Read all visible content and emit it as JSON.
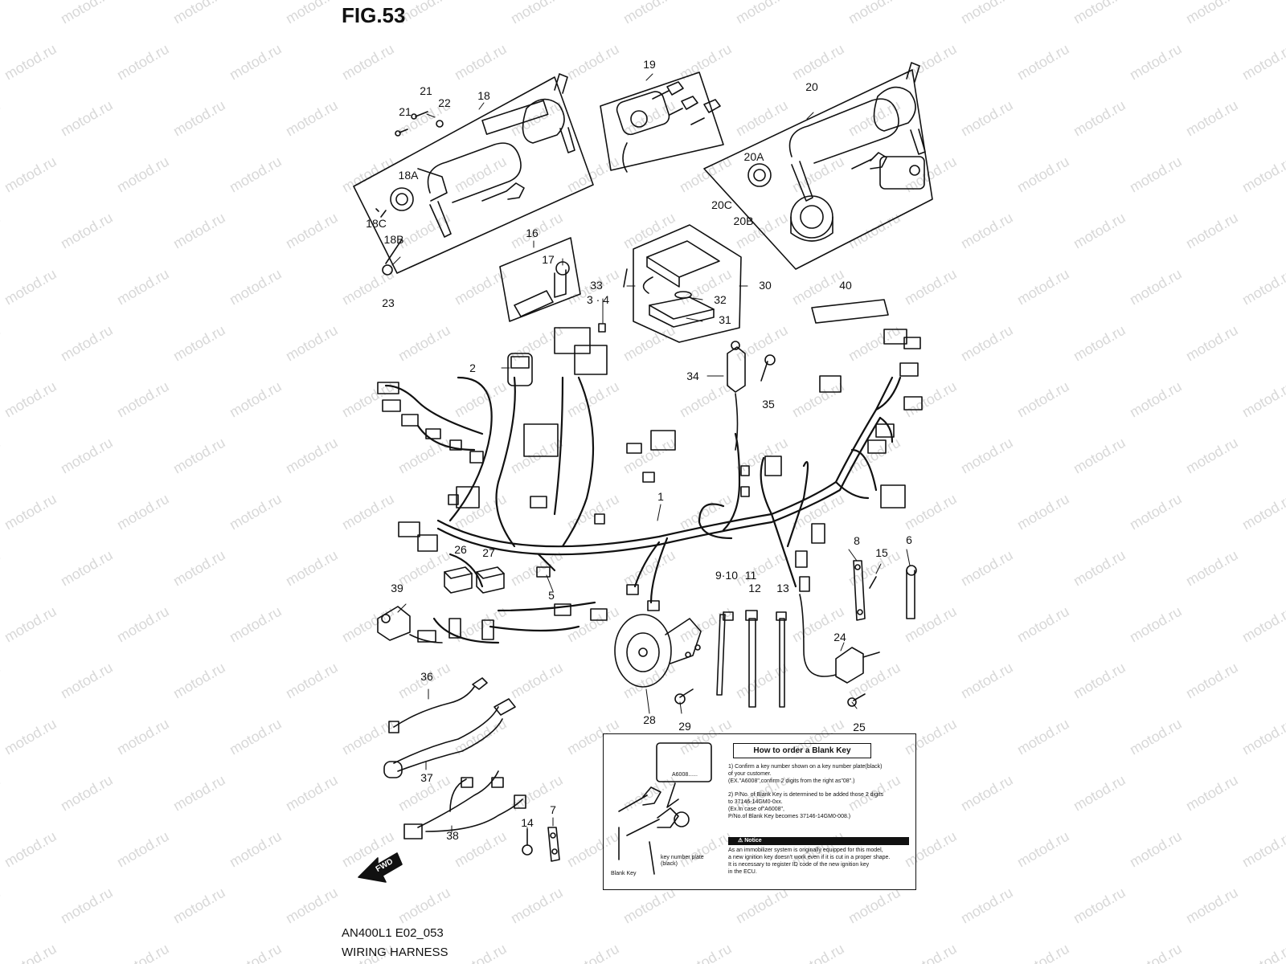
{
  "figure": {
    "title": "FIG.53",
    "code": "AN400L1 E02_053",
    "name": "WIRING HARNESS",
    "watermark_text": "motod.ru"
  },
  "callouts": [
    {
      "id": "c18",
      "text": "18"
    },
    {
      "id": "c19",
      "text": "19"
    },
    {
      "id": "c20",
      "text": "20"
    },
    {
      "id": "c21a",
      "text": "21"
    },
    {
      "id": "c21b",
      "text": "21"
    },
    {
      "id": "c22",
      "text": "22"
    },
    {
      "id": "c18a",
      "text": "18A"
    },
    {
      "id": "c18c",
      "text": "18C"
    },
    {
      "id": "c18b",
      "text": "18B"
    },
    {
      "id": "c20a",
      "text": "20A"
    },
    {
      "id": "c20c",
      "text": "20C"
    },
    {
      "id": "c20b",
      "text": "20B"
    },
    {
      "id": "c23",
      "text": "23"
    },
    {
      "id": "c16",
      "text": "16"
    },
    {
      "id": "c17",
      "text": "17"
    },
    {
      "id": "c33",
      "text": "33"
    },
    {
      "id": "c34a",
      "text": "3 · 4"
    },
    {
      "id": "c30",
      "text": "30"
    },
    {
      "id": "c32",
      "text": "32"
    },
    {
      "id": "c31",
      "text": "31"
    },
    {
      "id": "c40",
      "text": "40"
    },
    {
      "id": "c2",
      "text": "2"
    },
    {
      "id": "c34",
      "text": "34"
    },
    {
      "id": "c35",
      "text": "35"
    },
    {
      "id": "c1",
      "text": "1"
    },
    {
      "id": "c26",
      "text": "26"
    },
    {
      "id": "c27",
      "text": "27"
    },
    {
      "id": "c5",
      "text": "5"
    },
    {
      "id": "c39",
      "text": "39"
    },
    {
      "id": "c8",
      "text": "8"
    },
    {
      "id": "c15",
      "text": "15"
    },
    {
      "id": "c6",
      "text": "6"
    },
    {
      "id": "c910",
      "text": "9·10"
    },
    {
      "id": "c11",
      "text": "11"
    },
    {
      "id": "c12",
      "text": "12"
    },
    {
      "id": "c13",
      "text": "13"
    },
    {
      "id": "c24",
      "text": "24"
    },
    {
      "id": "c25",
      "text": "25"
    },
    {
      "id": "c28",
      "text": "28"
    },
    {
      "id": "c29",
      "text": "29"
    },
    {
      "id": "c36",
      "text": "36"
    },
    {
      "id": "c37",
      "text": "37"
    },
    {
      "id": "c38",
      "text": "38"
    },
    {
      "id": "c14",
      "text": "14"
    },
    {
      "id": "c7",
      "text": "7"
    }
  ],
  "blank_key_note": {
    "title": "How to order a Blank Key",
    "step1": "1) Confirm a key number shown on a key number plate(black)\n of your customer.\n (EX.\"A6008\",confirm 2 digits from the right as\"08\".)",
    "step2": "2) P/No. of Blank Key is determined to be added those 2 digits\n to 37146-14GM0-0xx.\n (Ex.In case of\"A6008\",\n P/No.of Blank Key becomes 37146-14GM0-008.)",
    "notice_title": "Notice",
    "notice_text": "As an immobilizer system is originally equipped for this model,\na new ignition key doesn't work even if it is cut in a proper shape.\nIt is necessary to register ID code of the new ignition key\nin the ECU.",
    "plate_text": "A6008......",
    "blank_key_label": "Blank Key",
    "plate_label": "key number plate\n(black)"
  },
  "fwd_label": "FWD"
}
